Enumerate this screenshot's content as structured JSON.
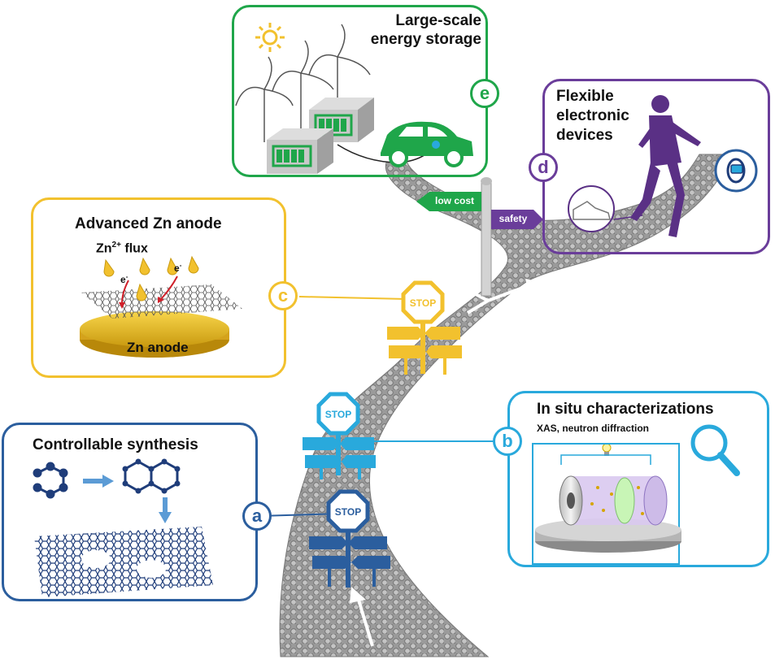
{
  "colors": {
    "a": "#2b5e9e",
    "b": "#29a9dc",
    "c": "#f2c12e",
    "d": "#6a3d9a",
    "e": "#1fa64a",
    "road": "#8f8f8f"
  },
  "panels": {
    "a": {
      "letter": "a",
      "title": "Controllable synthesis"
    },
    "b": {
      "letter": "b",
      "title": "In situ characterizations",
      "subtitle": "XAS, neutron diffraction"
    },
    "c": {
      "letter": "c",
      "title": "Advanced Zn anode",
      "flux_label": "Zn",
      "flux_sup": "2+",
      "flux_suffix": " flux",
      "electron": "e",
      "electron_sup": "-",
      "anode_label": "Zn anode"
    },
    "d": {
      "letter": "d",
      "title_line1": "Flexible",
      "title_line2": "electronic",
      "title_line3": "devices"
    },
    "e": {
      "letter": "e",
      "title_line1": "Large-scale",
      "title_line2": "energy storage"
    }
  },
  "signpost": {
    "left": "low cost",
    "right": "safety"
  },
  "stop_text": "STOP"
}
